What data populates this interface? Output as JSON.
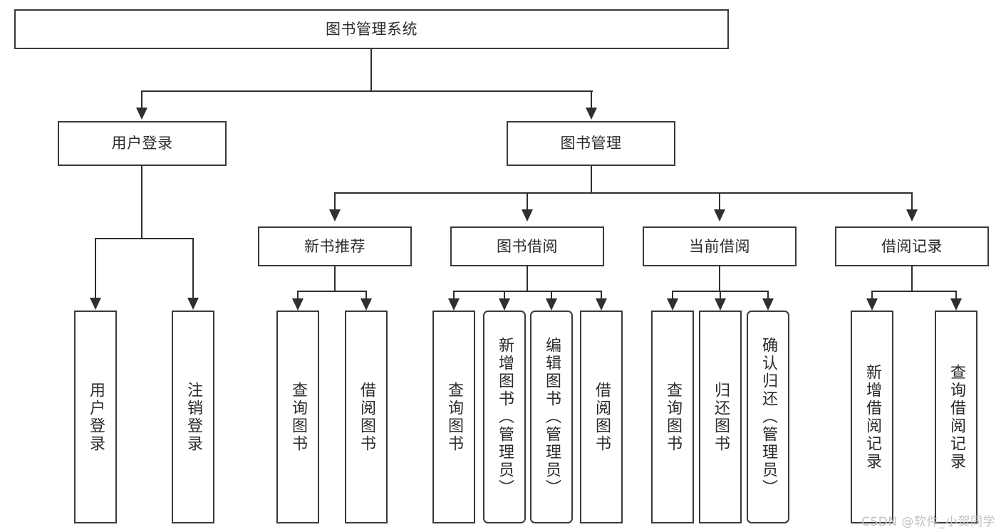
{
  "diagram": {
    "title": "图书管理系统",
    "root": {
      "label": "图书管理系统"
    },
    "level2": [
      {
        "label": "用户登录"
      },
      {
        "label": "图书管理"
      }
    ],
    "level3": [
      {
        "label": "新书推荐"
      },
      {
        "label": "图书借阅"
      },
      {
        "label": "当前借阅"
      },
      {
        "label": "借阅记录"
      }
    ],
    "leaves": {
      "user_login": [
        {
          "label": "用户登录"
        },
        {
          "label": "注销登录"
        }
      ],
      "new_book_recommend": [
        {
          "label": "查询图书"
        },
        {
          "label": "借阅图书"
        }
      ],
      "book_borrow": [
        {
          "label": "查询图书"
        },
        {
          "label": "新增图书（管理员）"
        },
        {
          "label": "编辑图书（管理员）"
        },
        {
          "label": "借阅图书"
        }
      ],
      "current_borrow": [
        {
          "label": "查询图书"
        },
        {
          "label": "归还图书"
        },
        {
          "label": "确认归还（管理员）"
        }
      ],
      "borrow_record": [
        {
          "label": "新增借阅记录"
        },
        {
          "label": "查询借阅记录"
        }
      ]
    }
  },
  "watermark": {
    "text": "CSDN @软件_小贺同学"
  },
  "colors": {
    "box_border": "#3a3a3a",
    "line": "#2f2f2f",
    "text": "#2b2b2b",
    "watermark": "#c2c2c2",
    "background": "#ffffff"
  }
}
